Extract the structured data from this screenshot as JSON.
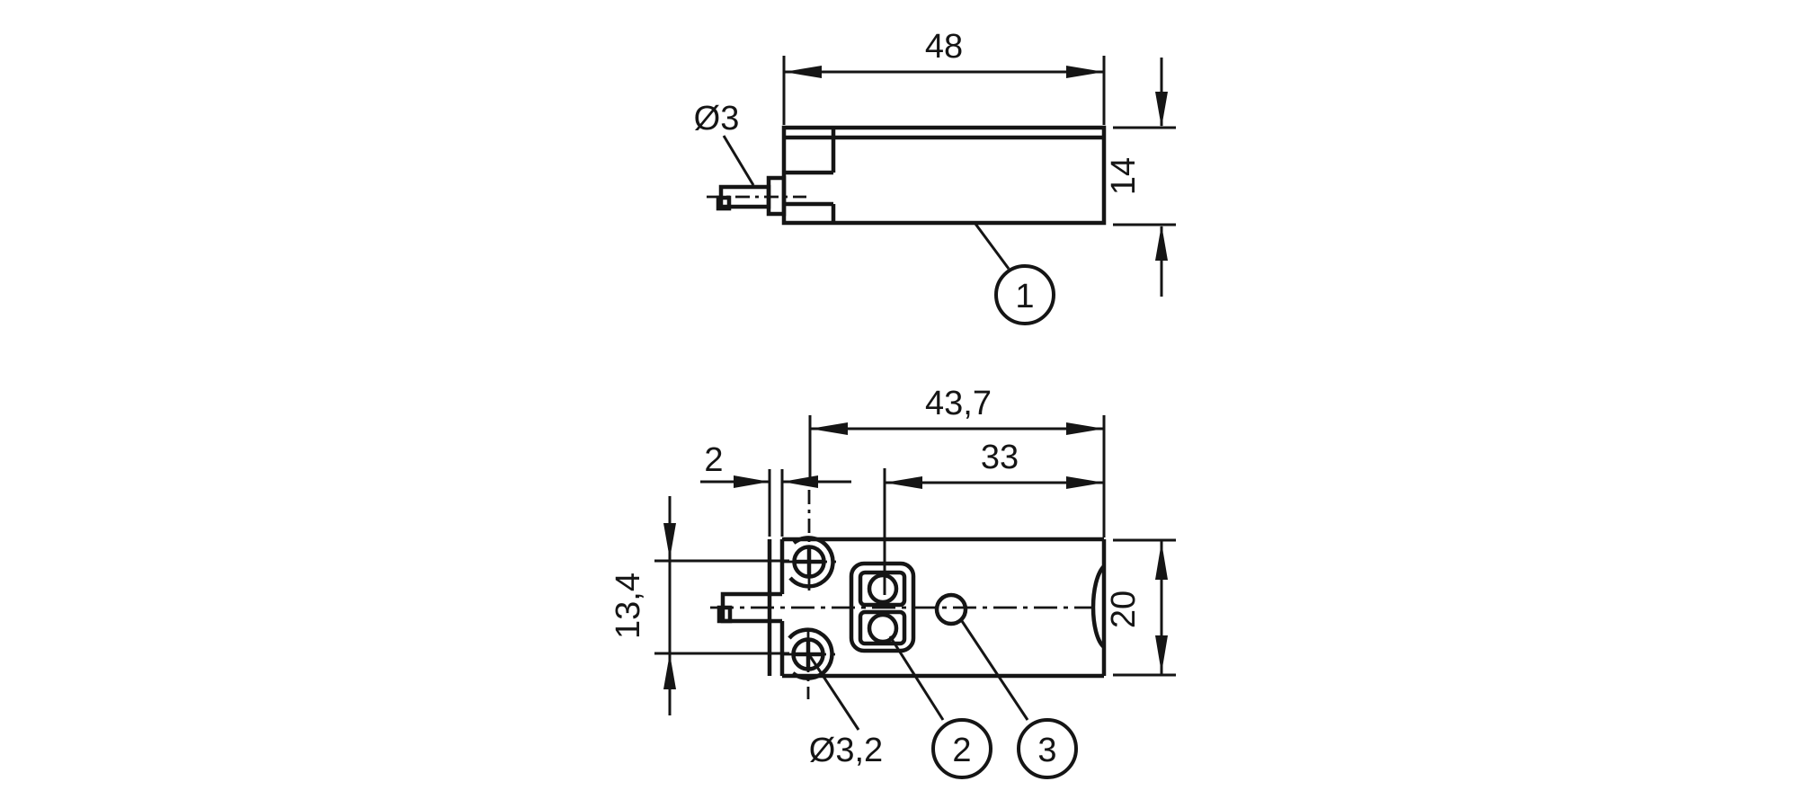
{
  "drawing": {
    "kind": "technical-dimension-drawing",
    "colors": {
      "background": "#ffffff",
      "line": "#151515"
    },
    "side_view": {
      "dim_overall_length": "48",
      "dim_overall_height": "14",
      "label_connector_diameter": "Ø3",
      "callout_housing": "1"
    },
    "bottom_view": {
      "dim_end_to_mounting_hole": "43,7",
      "dim_end_to_indicator": "33",
      "dim_flange_thickness": "2",
      "dim_mounting_hole_spacing": "13,4",
      "dim_overall_width": "20",
      "label_mounting_hole_diameter": "Ø3,2",
      "callout_indicator": "2",
      "callout_hole": "3"
    }
  }
}
